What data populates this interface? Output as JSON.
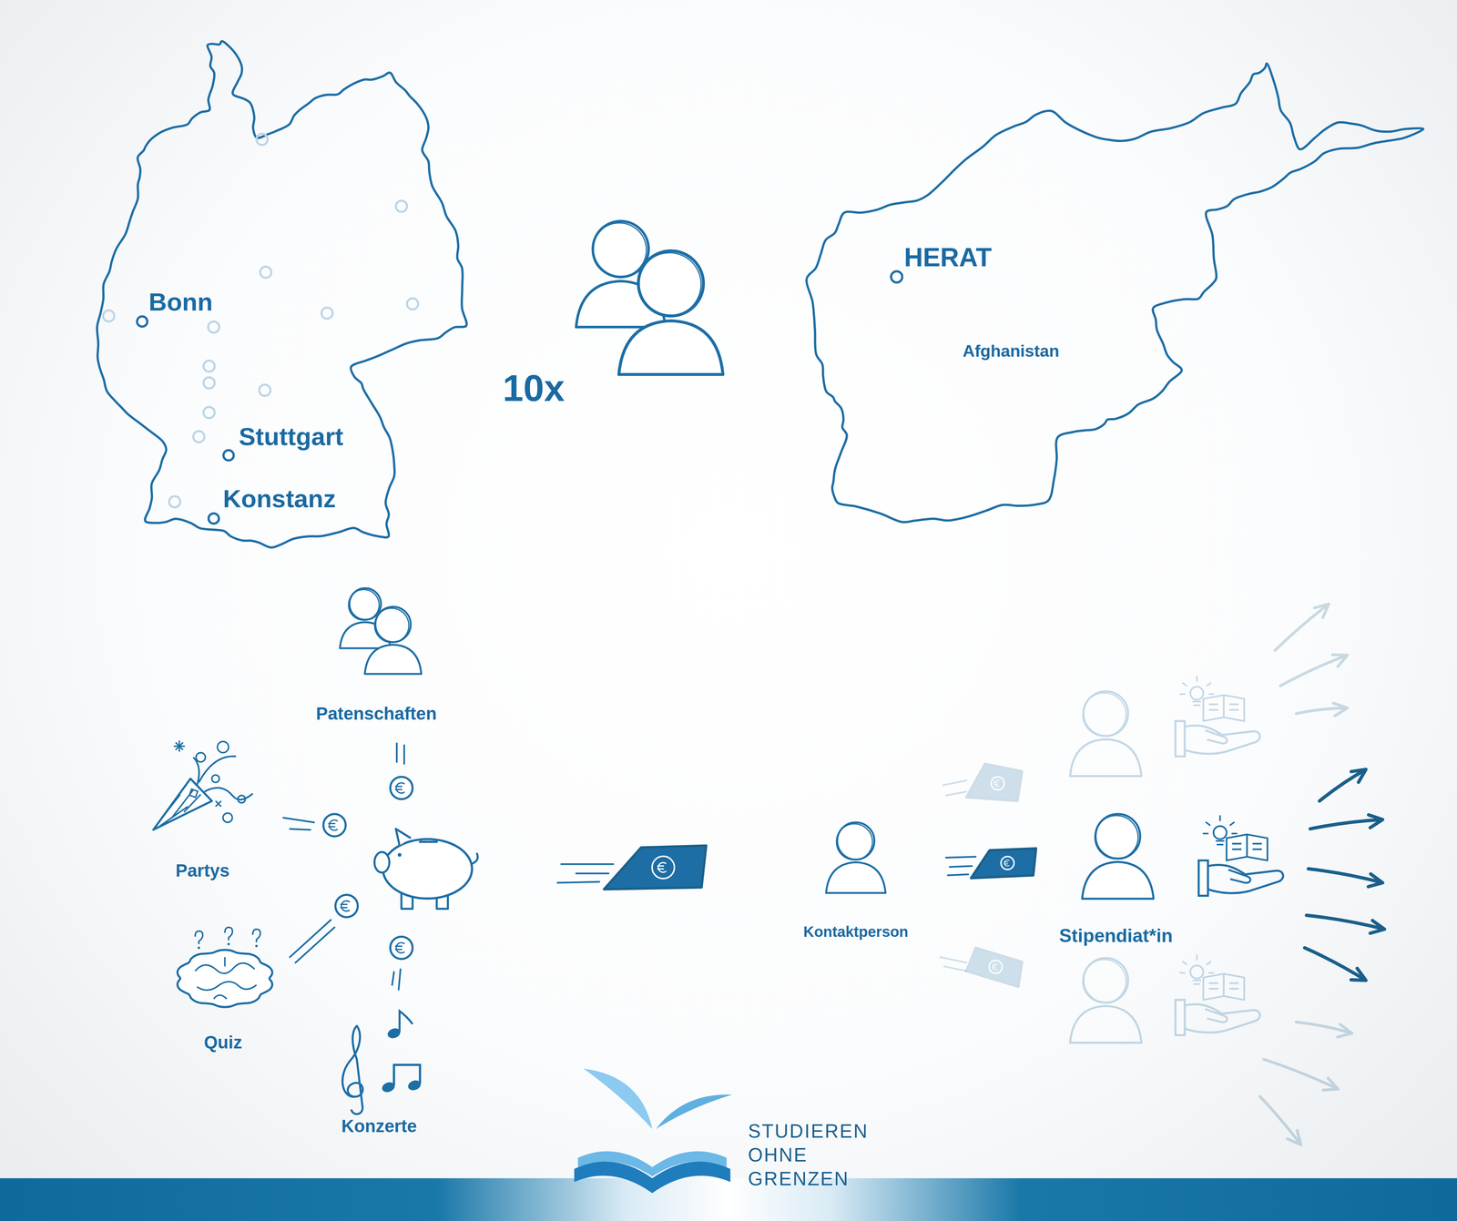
{
  "diagram": {
    "labels": [
      "Bonn",
      "Stuttgart",
      "Konstanz",
      "10x",
      "HERAT",
      "Afghanistan",
      "Patenschaften",
      "Partys",
      "Quiz",
      "Konzerte",
      "Kontaktperson",
      "Stipendiat*in",
      "STUDIEREN OHNE GRENZEN"
    ]
  }
}
